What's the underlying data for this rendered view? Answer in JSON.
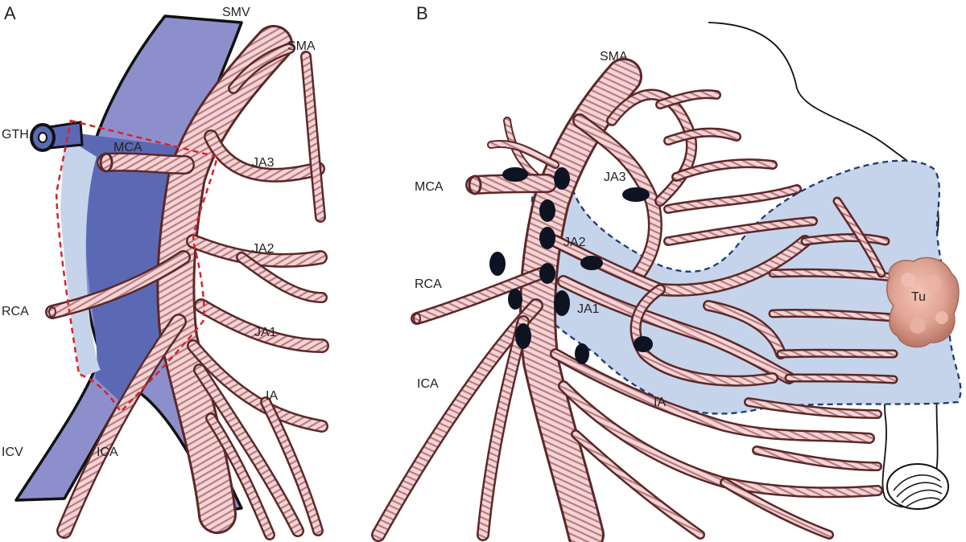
{
  "colors": {
    "vein_dark": "#5b69b5",
    "vein_light": "#8d8fcc",
    "artery": "#f7d3d6",
    "artery_outline": "#5a2828",
    "region_fill": "#c5d4ea",
    "panel_a_dashed": "#d8232a",
    "panel_b_dashed": "#1f3a75",
    "lymph_node": "#0d1321",
    "tumor": "#e3a597"
  },
  "panel_a": {
    "letter": "A",
    "labels": {
      "smv": "SMV",
      "sma": "SMA",
      "gth": "GTH",
      "mca": "MCA",
      "ja3": "JA3",
      "ja2": "JA2",
      "rca": "RCA",
      "ja1": "JA1",
      "ia": "IA",
      "icv": "ICV",
      "ica": "ICA"
    }
  },
  "panel_b": {
    "letter": "B",
    "labels": {
      "sma": "SMA",
      "mca": "MCA",
      "ja3": "JA3",
      "ja2": "JA2",
      "rca": "RCA",
      "ja1": "JA1",
      "ica": "ICA",
      "ia": "IA",
      "tu": "Tu"
    }
  }
}
